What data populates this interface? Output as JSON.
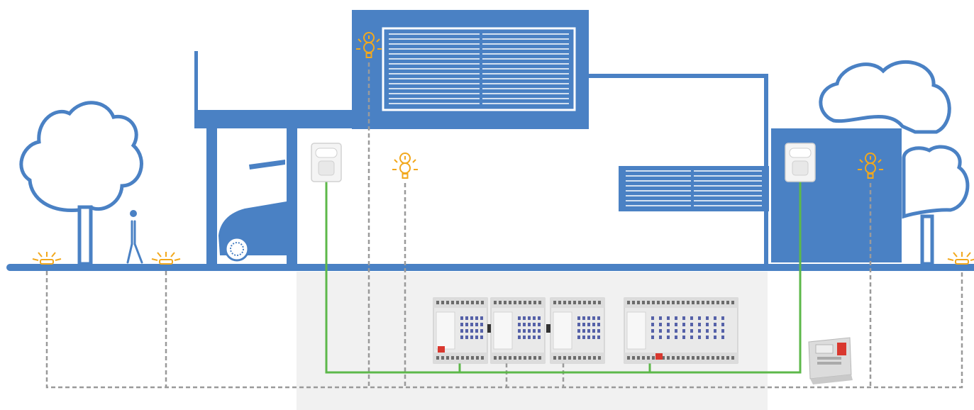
{
  "colors": {
    "building": "#4a81c4",
    "bus_line": "#5db84a",
    "lighting_line": "#9a9a9a",
    "lamp": "#f2a81d",
    "cabinet_bg": "#f1f1f1",
    "device_body": "#e9e9e9"
  },
  "icons": {
    "lamp": "light-bulb-icon",
    "ground_light": "ground-light-icon",
    "sensor": "motion-detector-icon",
    "person": "walking-person-icon",
    "car": "car-icon",
    "tree": "tree-icon"
  },
  "devices": {
    "actuators": [
      "switch-actuator-1",
      "switch-actuator-2",
      "switch-actuator-3",
      "dimming-actuator"
    ],
    "bus_coupler": "bus-interface"
  }
}
